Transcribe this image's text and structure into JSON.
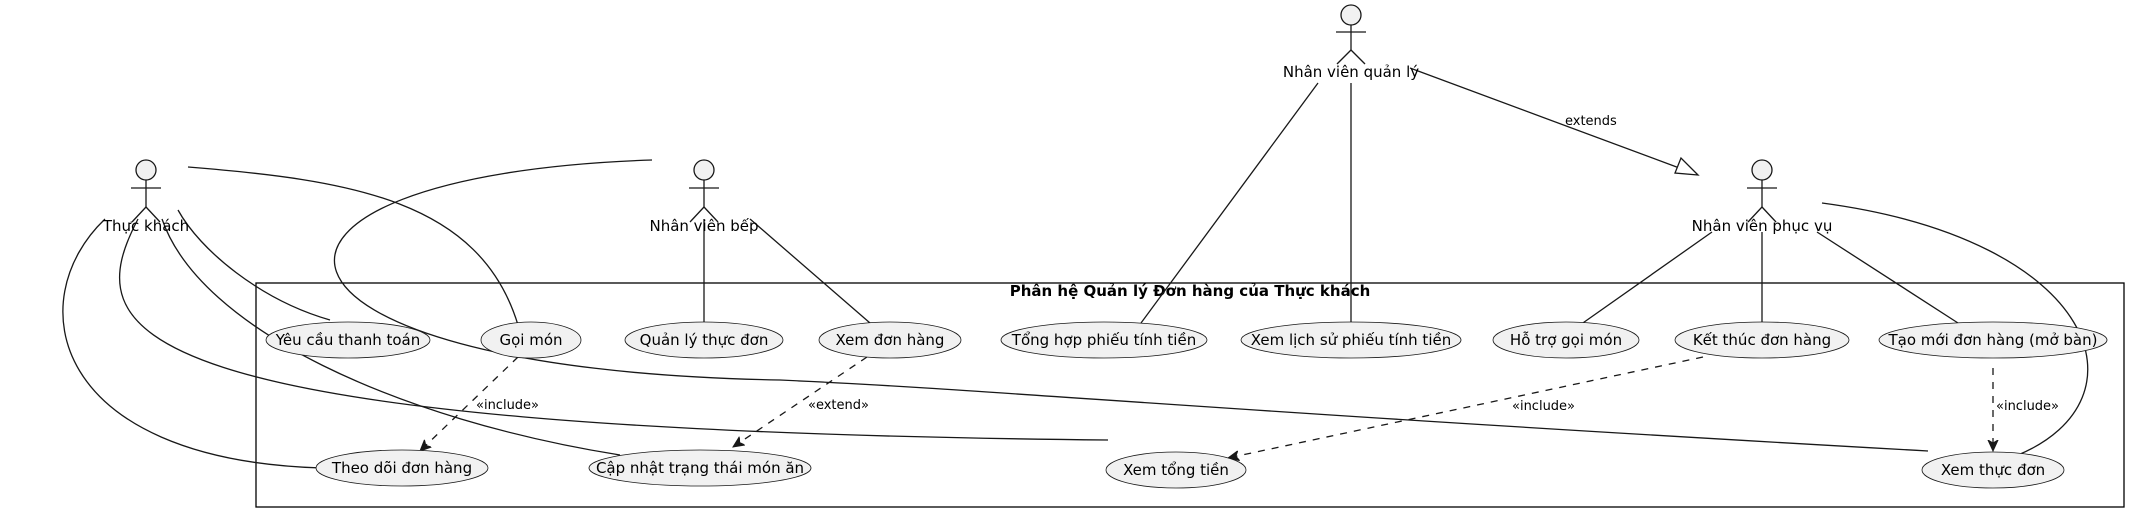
{
  "diagram": {
    "system_boundary_title": "Phân hệ Quản lý Đơn hàng của Thực khách",
    "actors": [
      {
        "id": "thuc-khach",
        "label": "Thực khách"
      },
      {
        "id": "nv-bep",
        "label": "Nhân viên bếp"
      },
      {
        "id": "nv-quan-ly",
        "label": "Nhân viên quản lý"
      },
      {
        "id": "nv-phuc-vu",
        "label": "Nhân viên phục vụ"
      }
    ],
    "use_cases": [
      {
        "id": "yeu-cau-thanh-toan",
        "label": "Yêu cầu thanh toán"
      },
      {
        "id": "goi-mon",
        "label": "Gọi món"
      },
      {
        "id": "quan-ly-thuc-don",
        "label": "Quản lý thực đơn"
      },
      {
        "id": "xem-don-hang",
        "label": "Xem đơn hàng"
      },
      {
        "id": "tong-hop-phieu",
        "label": "Tổng hợp phiếu tính tiền"
      },
      {
        "id": "xem-lich-su-phieu",
        "label": "Xem lịch sử phiếu tính tiền"
      },
      {
        "id": "ho-tro-goi-mon",
        "label": "Hỗ trợ gọi món"
      },
      {
        "id": "ket-thuc-don-hang",
        "label": "Kết thúc đơn hàng"
      },
      {
        "id": "tao-moi-don-hang",
        "label": "Tạo mới đơn hàng (mở bàn)"
      },
      {
        "id": "theo-doi-don-hang",
        "label": "Theo dõi đơn hàng"
      },
      {
        "id": "cap-nhat-trang-thai",
        "label": "Cập nhật trạng thái món ăn"
      },
      {
        "id": "xem-tong-tien",
        "label": "Xem tổng tiền"
      },
      {
        "id": "xem-thuc-don",
        "label": "Xem thực đơn"
      }
    ],
    "relations": {
      "extends_label": "extends",
      "include_1": "«include»",
      "extend_1": "«extend»",
      "include_2": "«include»",
      "include_3": "«include»"
    }
  }
}
